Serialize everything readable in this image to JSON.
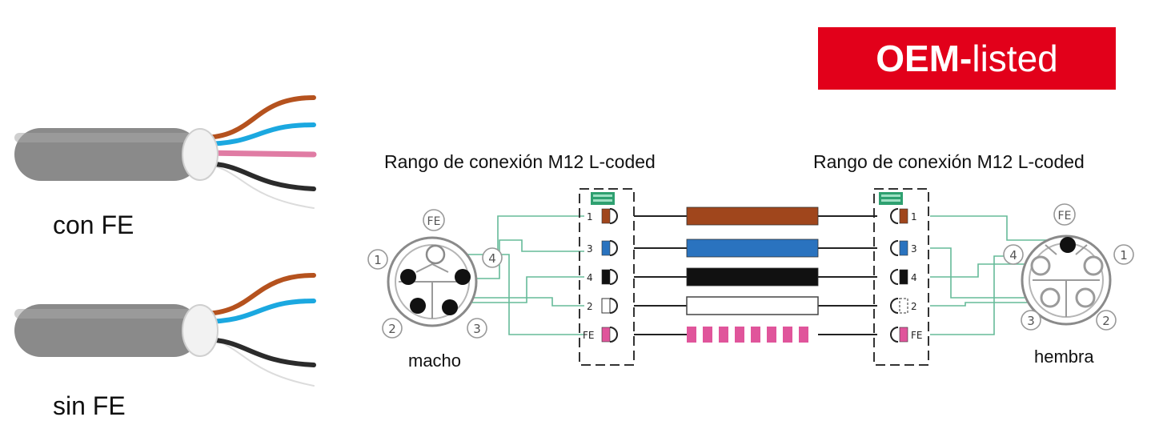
{
  "badge": {
    "text_bold": "OEM-",
    "text_light": "listed",
    "bg_color": "#e2001a",
    "text_color": "#ffffff"
  },
  "cables": {
    "with_fe_label": "con FE",
    "without_fe_label": "sin FE",
    "jacket_color": "#8a8a8a"
  },
  "connection": {
    "left_title": "Rango de conexión M12 L-coded",
    "right_title": "Rango de conexión M12 L-coded",
    "male_label": "macho",
    "female_label": "hembra",
    "fe_mark": "FE",
    "face_numbers": {
      "n1": "1",
      "n2": "2",
      "n3": "3",
      "n4": "4"
    },
    "guide_color": "#66bb99"
  },
  "wires": [
    {
      "pin": "1",
      "color": "#a0461c",
      "style": "solid"
    },
    {
      "pin": "3",
      "color": "#2a73bf",
      "style": "solid"
    },
    {
      "pin": "4",
      "color": "#111111",
      "style": "solid"
    },
    {
      "pin": "2",
      "color": "#ffffff",
      "style": "outline"
    },
    {
      "pin": "FE",
      "color": "#e0559b",
      "style": "dashed"
    }
  ]
}
